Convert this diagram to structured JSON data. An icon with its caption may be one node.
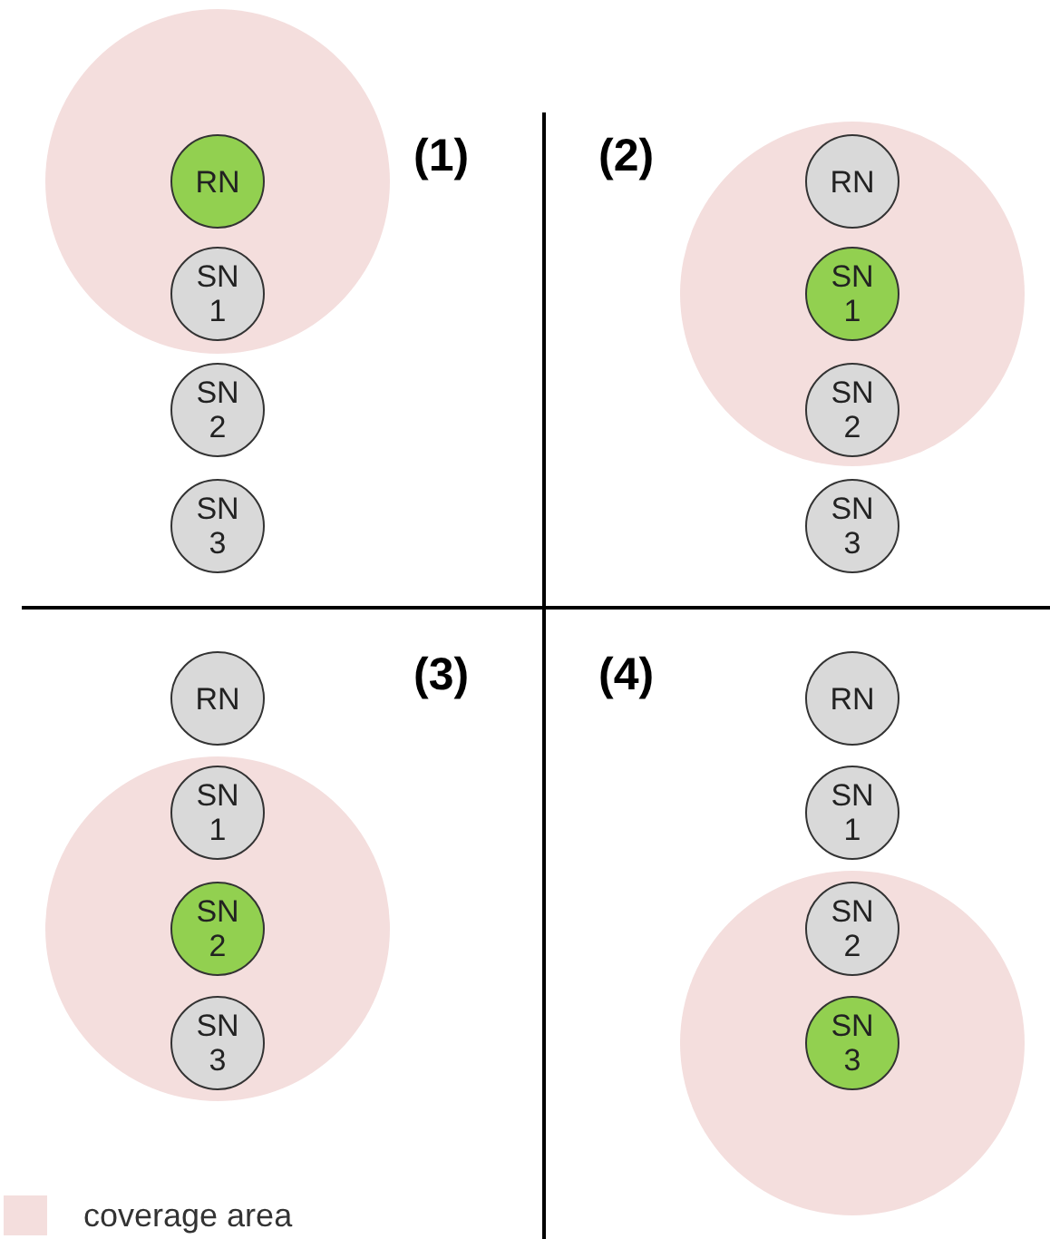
{
  "diagram": {
    "nodes": [
      {
        "text": [
          "RN"
        ]
      },
      {
        "text": [
          "SN 1"
        ]
      },
      {
        "text": [
          "SN 2"
        ]
      },
      {
        "text": [
          "SN 3"
        ]
      },
      {
        "text": [
          "RN"
        ]
      },
      {
        "text": [
          "SN 1"
        ]
      },
      {
        "text": [
          "SN 2"
        ]
      },
      {
        "text": [
          "SN 3"
        ]
      },
      {
        "text": [
          "RN"
        ]
      },
      {
        "text": [
          "SN 1"
        ]
      },
      {
        "text": [
          "SN 2"
        ]
      },
      {
        "text": [
          "SN 3"
        ]
      },
      {
        "text": [
          "RN"
        ]
      },
      {
        "text": [
          "SN 1"
        ]
      },
      {
        "text": [
          "SN 2"
        ]
      },
      {
        "text": [
          "SN 3"
        ]
      }
    ],
    "labels": [
      "(1)",
      "(2)",
      "(3)",
      "(4)"
    ],
    "legend": [
      {
        "text": "coverage area",
        "color": "#f4dedd"
      }
    ]
  }
}
